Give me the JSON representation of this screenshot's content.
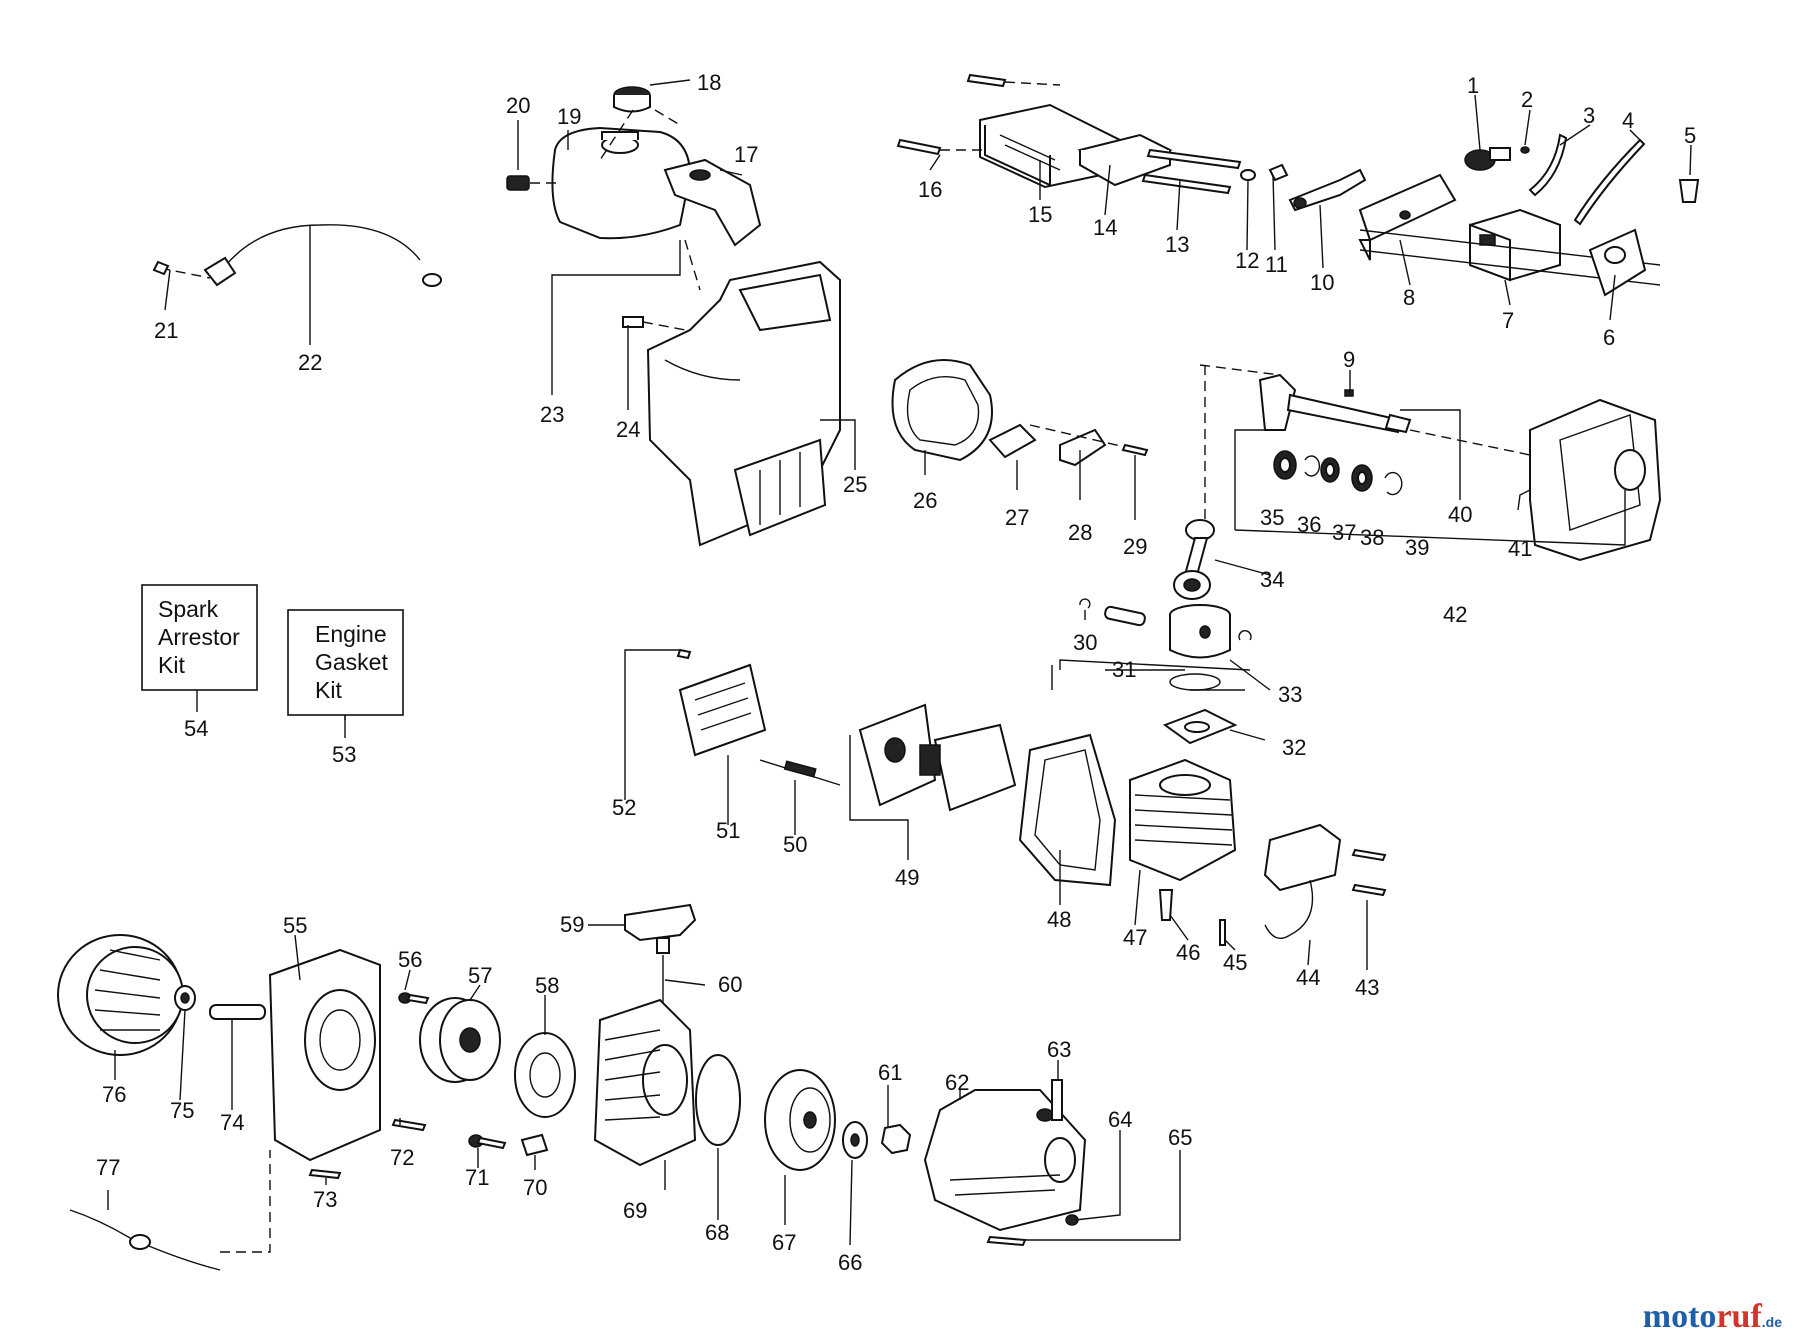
{
  "kits": {
    "spark_arrestor": {
      "line1": "Spark",
      "line2": "Arrestor",
      "line3": "Kit",
      "number": "54"
    },
    "engine_gasket": {
      "line1": "Engine",
      "line2": "Gasket",
      "line3": "Kit",
      "number": "53"
    }
  },
  "part_numbers": [
    "1",
    "2",
    "3",
    "4",
    "5",
    "6",
    "7",
    "8",
    "9",
    "10",
    "11",
    "12",
    "13",
    "14",
    "15",
    "16",
    "17",
    "18",
    "19",
    "20",
    "21",
    "22",
    "23",
    "24",
    "25",
    "26",
    "27",
    "28",
    "29",
    "30",
    "31",
    "32",
    "33",
    "34",
    "35",
    "36",
    "37",
    "38",
    "39",
    "40",
    "41",
    "42",
    "43",
    "44",
    "45",
    "46",
    "47",
    "48",
    "49",
    "50",
    "51",
    "52",
    "55",
    "56",
    "57",
    "58",
    "59",
    "60",
    "61",
    "62",
    "63",
    "64",
    "65",
    "66",
    "67",
    "68",
    "69",
    "70",
    "71",
    "72",
    "73",
    "74",
    "75",
    "76",
    "77"
  ],
  "watermark": {
    "part_a": "moto",
    "part_b": "ruf",
    "suffix": ".de"
  }
}
